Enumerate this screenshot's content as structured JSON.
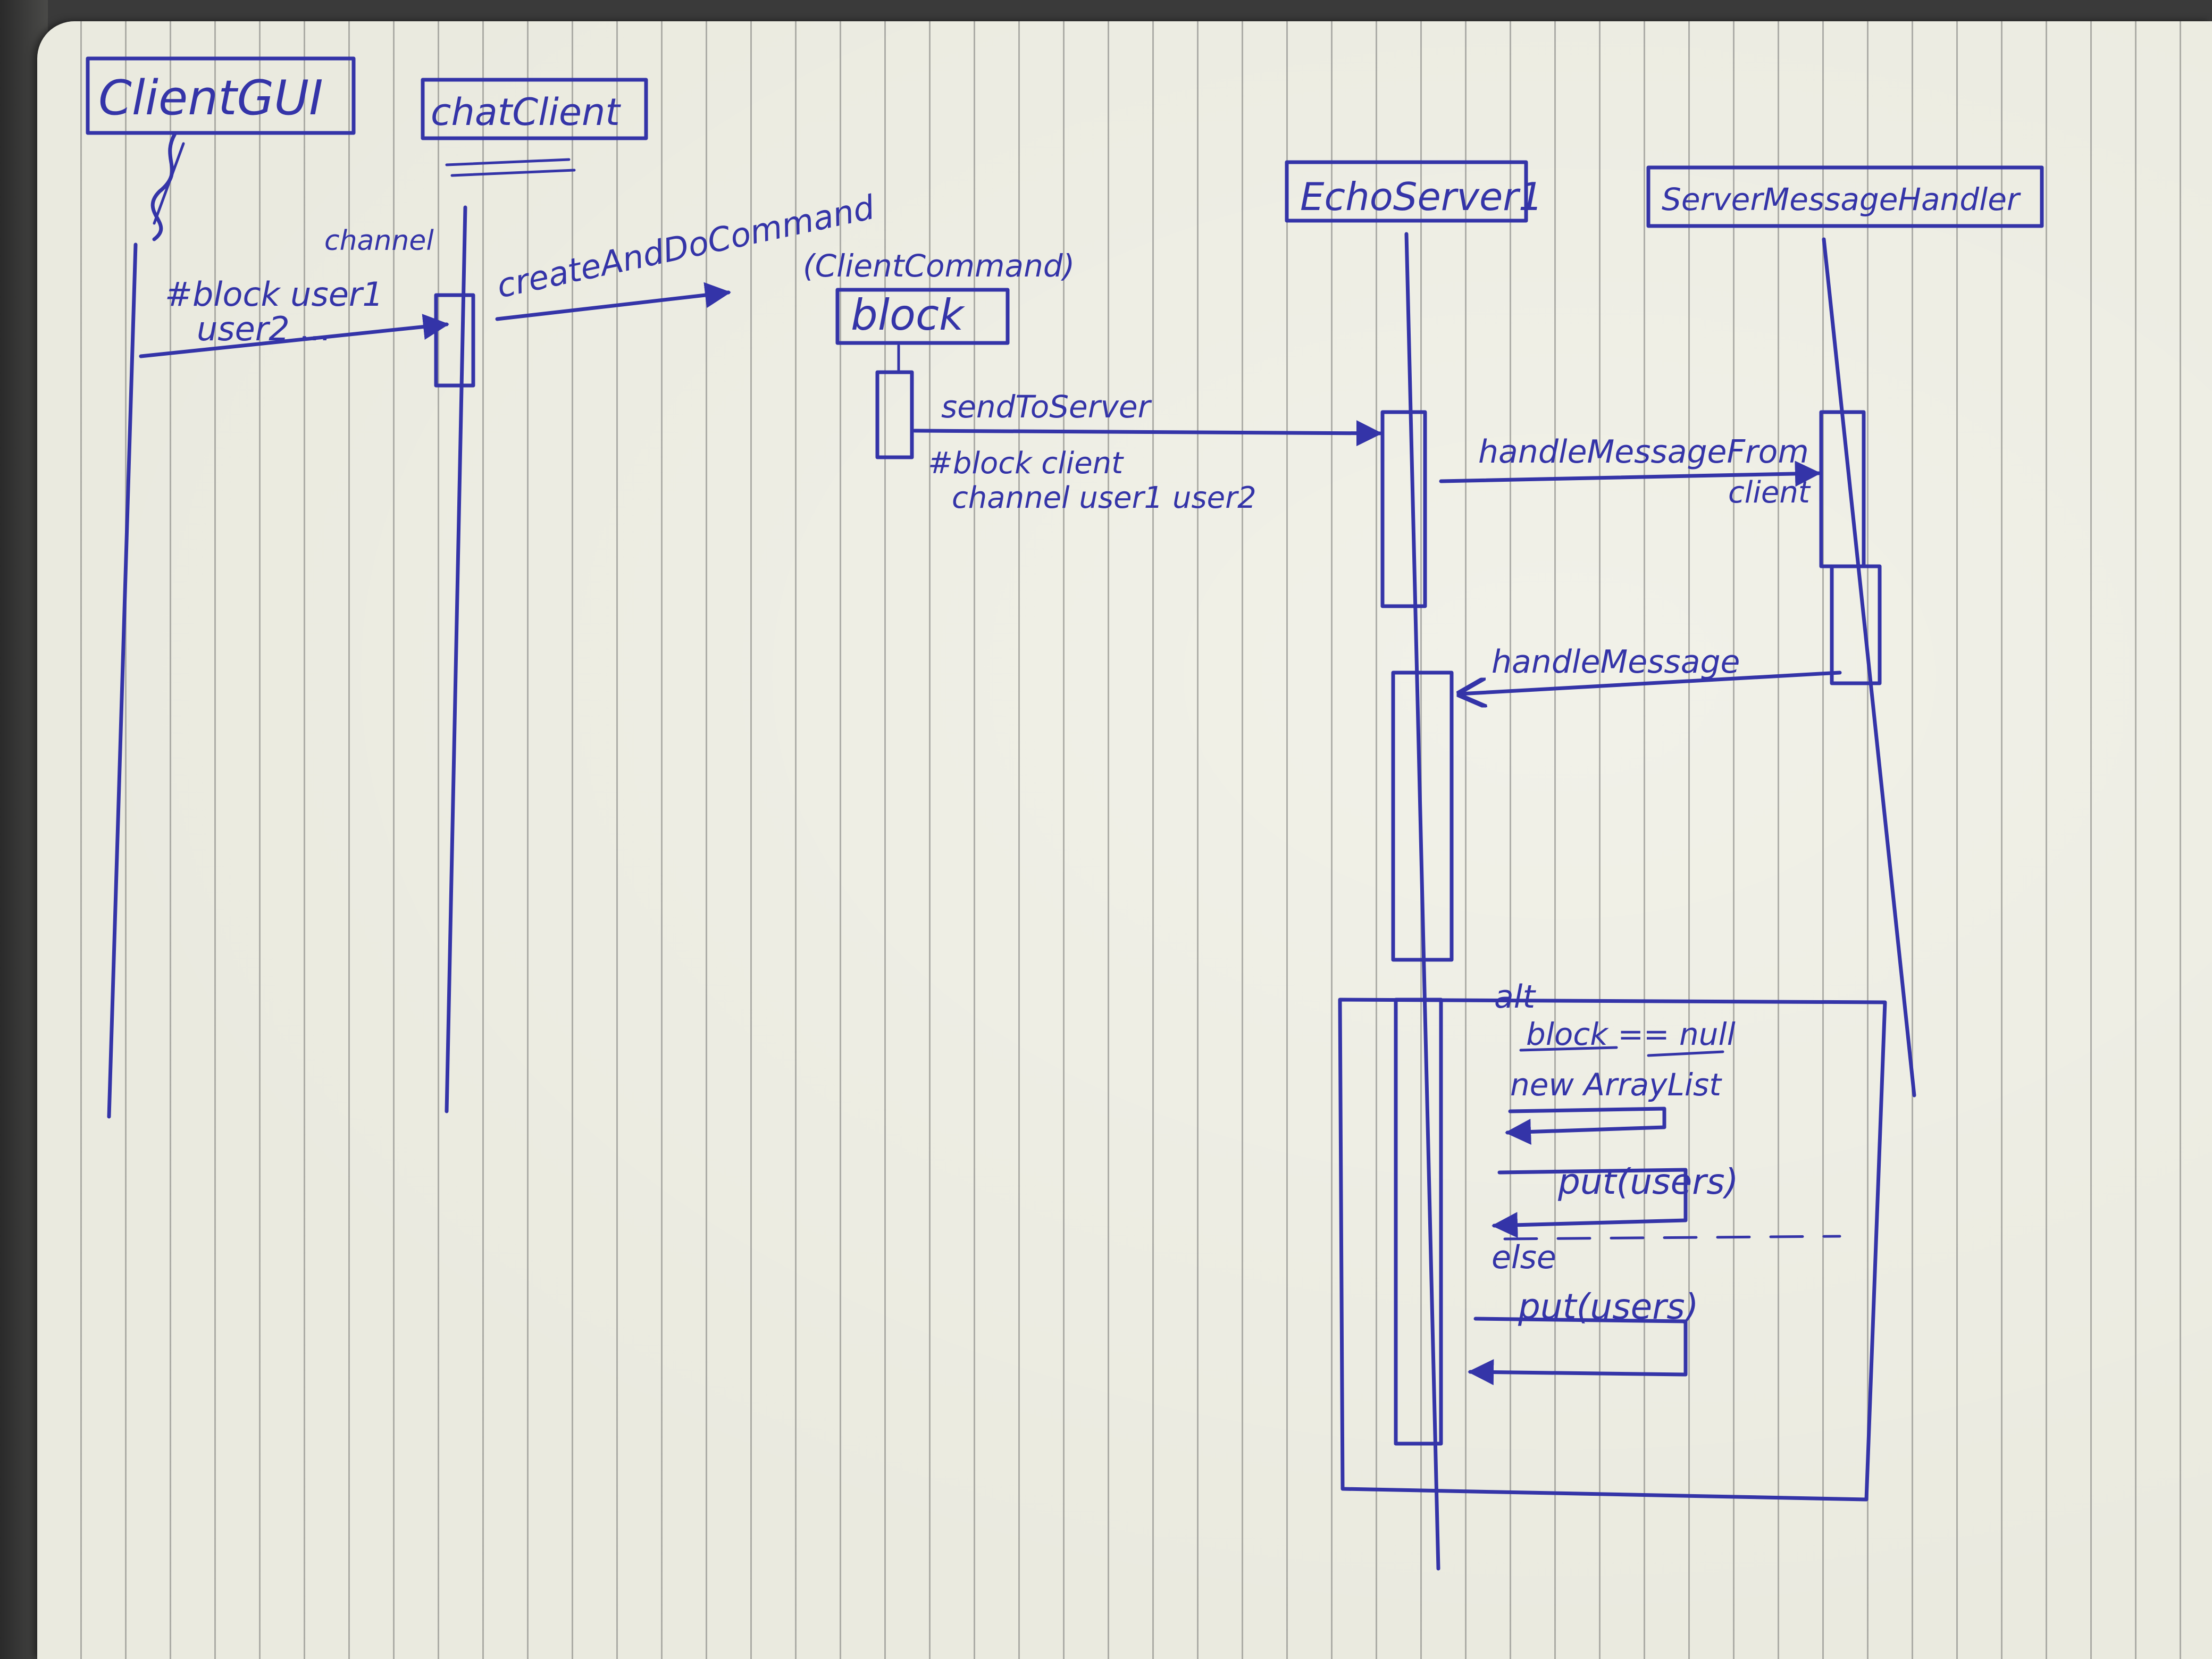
{
  "participants": [
    {
      "id": "client-gui",
      "label": "ClientGUI"
    },
    {
      "id": "chat-client",
      "label": "chatClient"
    },
    {
      "id": "echo-server",
      "label": "EchoServer1"
    },
    {
      "id": "server-message-handler",
      "label": "ServerMessageHandler"
    }
  ],
  "command_object": {
    "label": "block",
    "type_note": "(ClientCommand)"
  },
  "messages": {
    "gui_to_client": {
      "line1": "channel",
      "line2": "#block user1",
      "line3": "user2 ..."
    },
    "create_command": "createAndDoCommand",
    "send_to_server": "sendToServer",
    "send_payload": {
      "line1": "#block client",
      "line2": "channel user1 user2"
    },
    "handle_from_client": {
      "line1": "handleMessageFrom",
      "line2": "client"
    },
    "handle_message": "handleMessage"
  },
  "alt_fragment": {
    "label": "alt",
    "guard": "block == null",
    "step1": "new ArrayList",
    "step2": "put(users)",
    "else_label": "else",
    "step3": "put(users)"
  }
}
